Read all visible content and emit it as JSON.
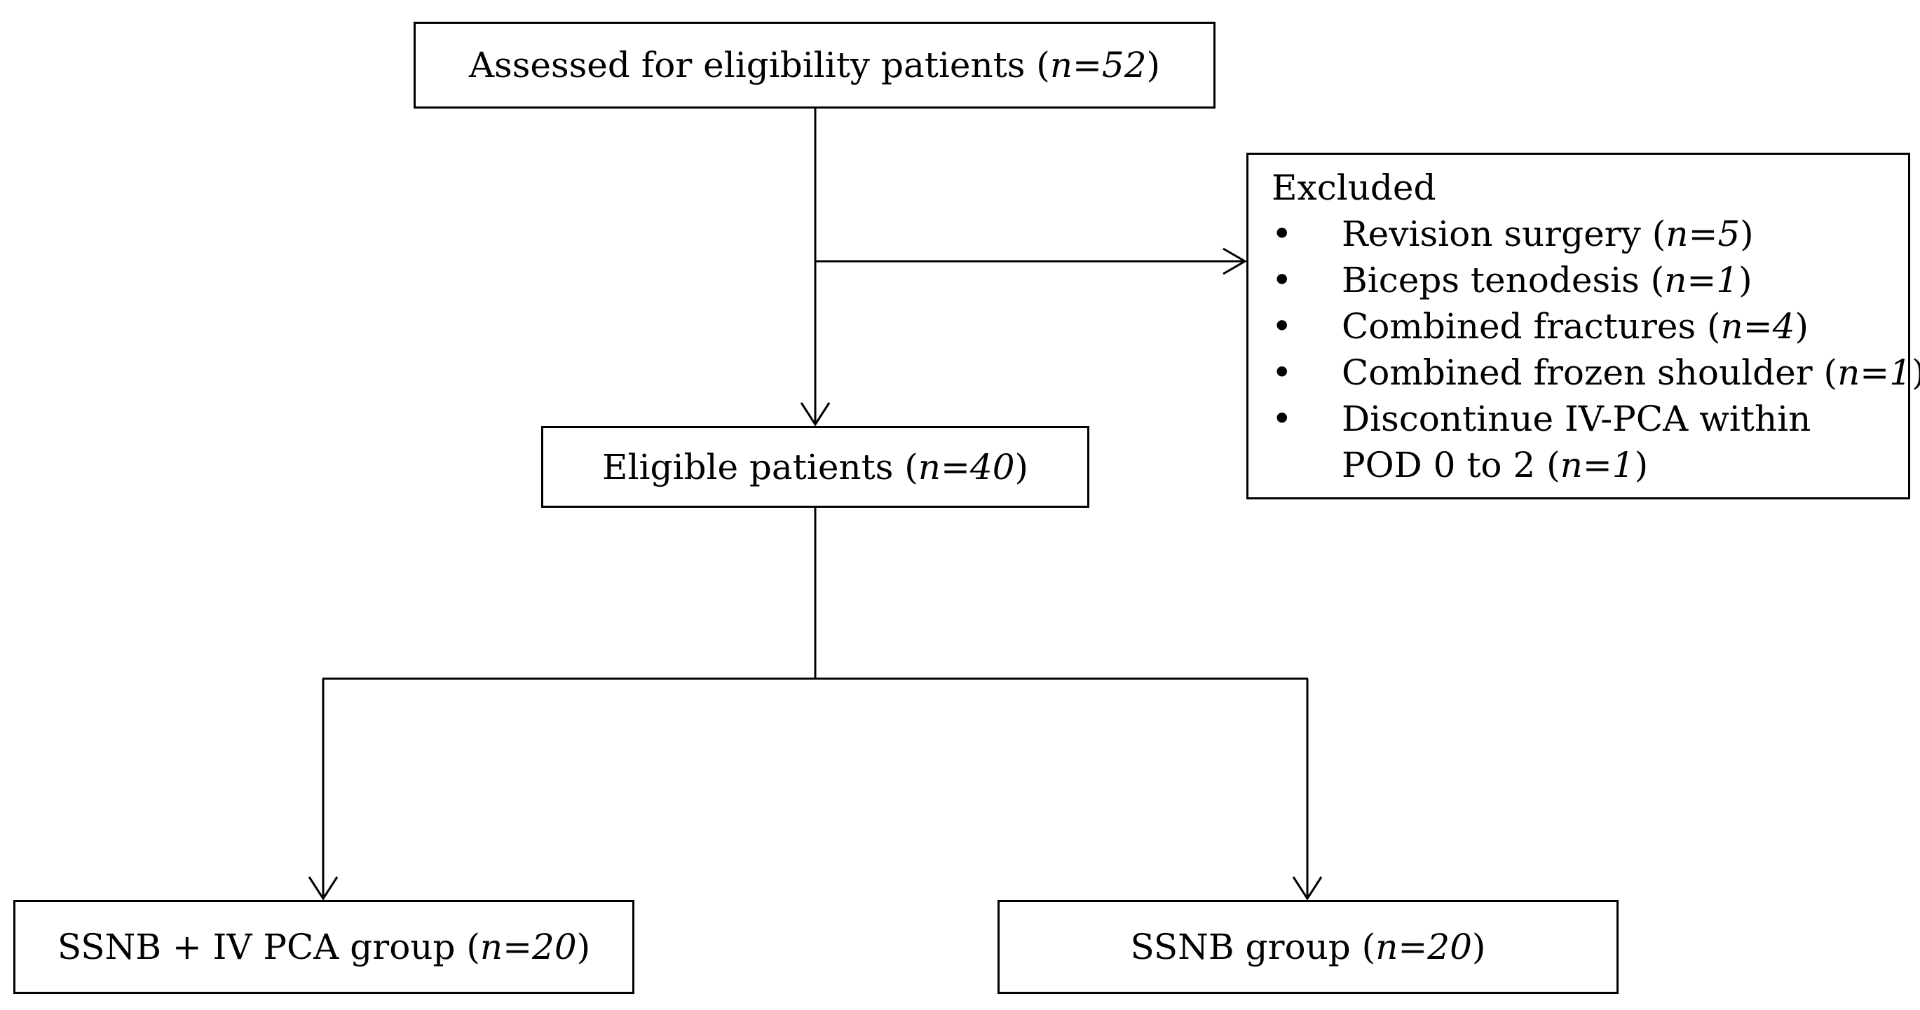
{
  "assessed": {
    "label": "Assessed for eligibility patients",
    "n_prefix": "n",
    "n_value": "=52"
  },
  "excluded": {
    "title": "Excluded",
    "bullet": "•",
    "items": [
      {
        "label": "Revision surgery",
        "n_prefix": "n",
        "n_value": "=5"
      },
      {
        "label": "Biceps tenodesis",
        "n_prefix": "n",
        "n_value": "=1"
      },
      {
        "label": "Combined fractures",
        "n_prefix": "n",
        "n_value": "=4"
      },
      {
        "label": "Combined frozen shoulder",
        "n_prefix": "n",
        "n_value": "=1"
      },
      {
        "label": "Discontinue IV-PCA within",
        "label_cont": "POD 0 to 2",
        "n_prefix": "n",
        "n_value": "=1"
      }
    ]
  },
  "eligible": {
    "label": "Eligible patients",
    "n_prefix": "n",
    "n_value": "=40"
  },
  "groups": [
    {
      "label": "SSNB + IV PCA group",
      "n_prefix": "n",
      "n_value": "=20"
    },
    {
      "label": "SSNB group",
      "n_prefix": "n",
      "n_value": "=20"
    }
  ],
  "colors": {
    "stroke": "#000000",
    "background": "#ffffff"
  }
}
